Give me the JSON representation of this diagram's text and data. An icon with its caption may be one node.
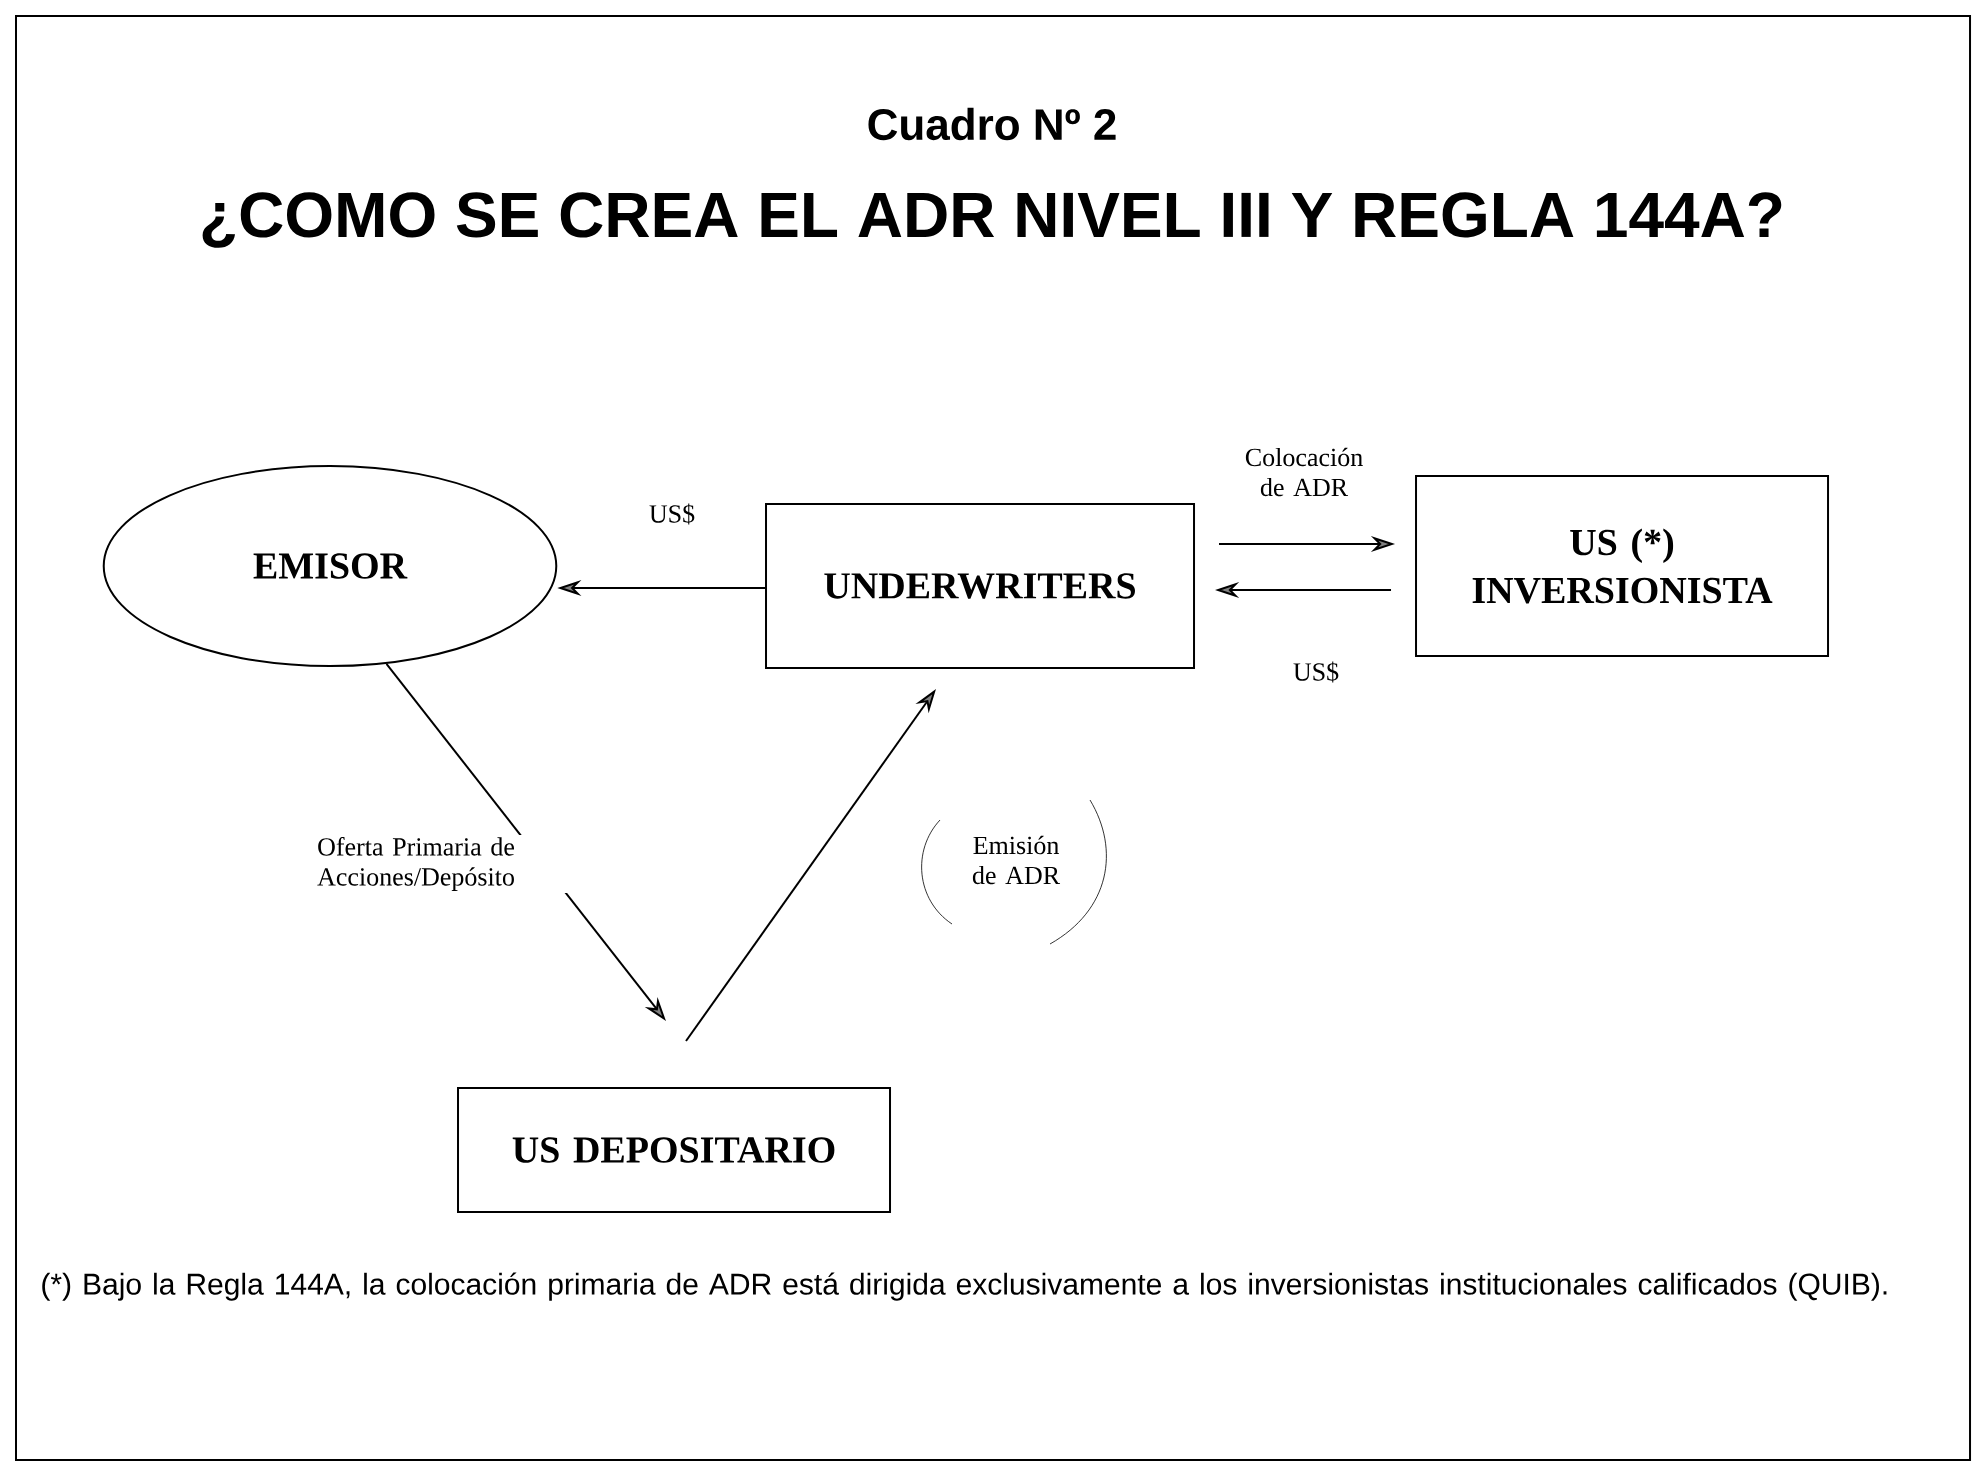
{
  "diagram": {
    "title": "¿COMO SE CREA EL ADR NIVEL III Y REGLA 144A?",
    "nodes": [
      {
        "text": [
          "EMISOR"
        ]
      },
      {
        "text": [
          "UNDERWRITERS"
        ]
      },
      {
        "text": [
          "US (*) INVERSIONISTA"
        ]
      },
      {
        "text": [
          "US DEPOSITARIO"
        ]
      }
    ],
    "edges": [
      {
        "from": 1,
        "to": 0,
        "arrow": "to",
        "label": "US$"
      },
      {
        "from": 1,
        "to": 2,
        "arrow": "to",
        "label": "Colocación de ADR"
      },
      {
        "from": 2,
        "to": 1,
        "arrow": "to",
        "label": "US$"
      },
      {
        "from": 0,
        "to": 3,
        "arrow": "to",
        "label": "Oferta Primaria de Acciones/Depósito"
      },
      {
        "from": 3,
        "to": 1,
        "arrow": "to",
        "label": "Emisión de ADR"
      }
    ],
    "labels": [
      "Cuadro Nº 2",
      "(*) Bajo la Regla 144A, la colocación primaria de ADR está dirigida exclusivamente a los inversionistas institucionales calificados (QUIB)."
    ]
  }
}
